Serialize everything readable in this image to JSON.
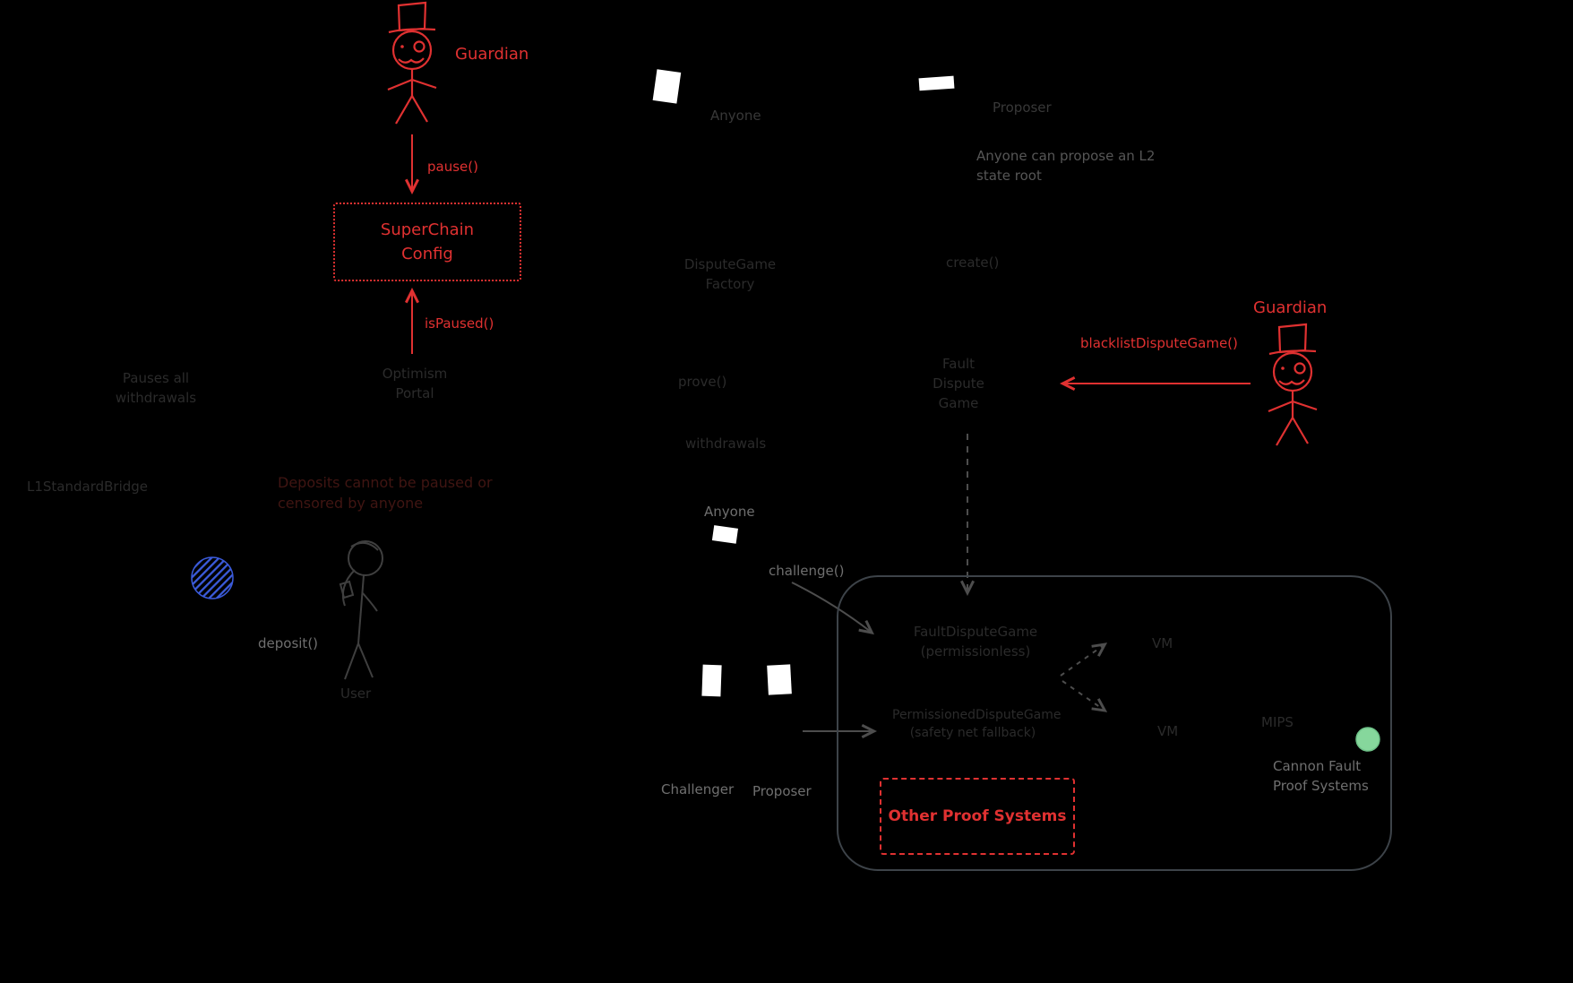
{
  "colors": {
    "background": "#000000",
    "accent_red": "#e03131",
    "text_gray": "#6f6f6f",
    "faint_gray": "#2b2b2b",
    "faint_red": "#401512",
    "arrow_gray": "#4d4d4d",
    "container_border": "#3d4349",
    "eth_blue": "#3b5bdb",
    "cannon_green": "#86d79c",
    "actor_white": "#ffffff"
  },
  "pause_flow": {
    "guardian_label": "Guardian",
    "pause_arrow_label": "pause()",
    "config_box_label": "SuperChain\nConfig",
    "is_paused_arrow_label": "isPaused()",
    "pause_note": "Pauses all\nwithdrawals",
    "portal_label": "Optimism\nPortal"
  },
  "deposit_flow": {
    "bridge_label": "L1StandardBridge",
    "deposit_note": "Deposits cannot be paused or\ncensored by anyone",
    "deposit_arrow_label": "deposit()",
    "user_label": "User",
    "prove_label": "prove()",
    "withdrawals_label": "withdrawals"
  },
  "propose_flow": {
    "anyone_label": "Anyone",
    "proposer_label": "Proposer",
    "note": "Anyone can propose an L2\nstate root",
    "factory_label": "DisputeGame\nFactory",
    "create_label": "create()",
    "game_label": "Fault Dispute\nGame"
  },
  "blacklist_flow": {
    "guardian_label": "Guardian",
    "arrow_label": "blacklistDisputeGame()"
  },
  "challenge_flow": {
    "anyone_label": "Anyone",
    "challenge_arrow_label": "challenge()",
    "challenger_label": "Challenger",
    "proposer_label": "Proposer"
  },
  "proof_systems": {
    "fault_games_label": "FaultDisputeGame\n(permissionless)",
    "vm_top_label": "VM",
    "permissioned_games_label": "PermissionedDisputeGame\n(safety net fallback)",
    "vm_bottom_label": "VM",
    "mips_label": "MIPS",
    "cannon_label": "Cannon Fault\nProof Systems",
    "other_box_label": "Other Proof Systems"
  }
}
